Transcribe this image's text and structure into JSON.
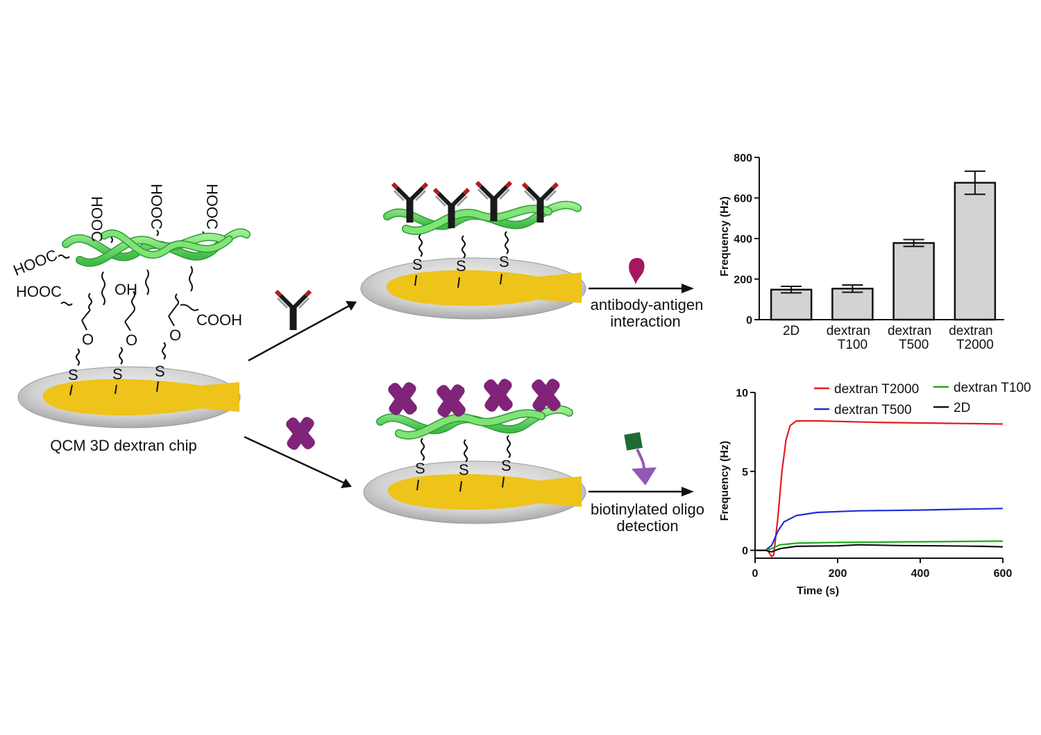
{
  "chip": {
    "groups": [
      "HOOC",
      "HOOC",
      "HOOC",
      "HOOC",
      "HOOC",
      "OH",
      "COOH"
    ],
    "atoms_o": [
      "O",
      "O",
      "O"
    ],
    "atoms_s": [
      "S",
      "S",
      "S"
    ],
    "caption": "QCM 3D dextran chip"
  },
  "top_branch": {
    "atoms_s": [
      "S",
      "S",
      "S"
    ],
    "step_label_1": "antibody-antigen",
    "step_label_2": "interaction"
  },
  "bottom_branch": {
    "atoms_s": [
      "S",
      "S",
      "S"
    ],
    "step_label_1": "biotinylated oligo",
    "step_label_2": "detection"
  },
  "colors": {
    "gold": "#eec31a",
    "dextran_green": "#5fd160",
    "antibody": "#1a1a1a",
    "antibody_tip": "#b01c1c",
    "antigen": "#a5175e",
    "streptavidin": "#7f2479",
    "biotin": "#1e6b34",
    "oligo": "#9159b4",
    "bar_fill": "#d3d3d3"
  },
  "chart_data": [
    {
      "type": "bar",
      "categories": [
        "2D",
        "dextran\nT100",
        "dextran\nT500",
        "dextran\nT2000"
      ],
      "category_lines": [
        [
          "2D"
        ],
        [
          "dextran",
          "T100"
        ],
        [
          "dextran",
          "T500"
        ],
        [
          "dextran",
          "T2000"
        ]
      ],
      "values": [
        148,
        153,
        378,
        675
      ],
      "errors": [
        16,
        18,
        17,
        57
      ],
      "ylabel": "Frequency (Hz)",
      "xlabel": "",
      "ylim": [
        0,
        800
      ],
      "yticks": [
        0,
        200,
        400,
        600,
        800
      ]
    },
    {
      "type": "line",
      "xlabel": "Time (s)",
      "ylabel": "Frequency (Hz)",
      "xlim": [
        0,
        600
      ],
      "ylim": [
        -0.5,
        10
      ],
      "xticks": [
        0,
        200,
        400,
        600
      ],
      "yticks": [
        0,
        5,
        10
      ],
      "series": [
        {
          "name": "dextran T2000",
          "color": "#e41a1c",
          "points": [
            [
              0,
              0
            ],
            [
              30,
              0
            ],
            [
              40,
              -0.4
            ],
            [
              45,
              -0.3
            ],
            [
              55,
              2
            ],
            [
              65,
              5
            ],
            [
              75,
              7
            ],
            [
              85,
              7.9
            ],
            [
              100,
              8.2
            ],
            [
              150,
              8.2
            ],
            [
              300,
              8.1
            ],
            [
              450,
              8.05
            ],
            [
              600,
              8.0
            ]
          ]
        },
        {
          "name": "dextran T500",
          "color": "#1f2ed6",
          "points": [
            [
              0,
              0
            ],
            [
              25,
              0
            ],
            [
              40,
              0.3
            ],
            [
              55,
              1.2
            ],
            [
              70,
              1.8
            ],
            [
              100,
              2.2
            ],
            [
              150,
              2.4
            ],
            [
              250,
              2.5
            ],
            [
              400,
              2.55
            ],
            [
              500,
              2.6
            ],
            [
              600,
              2.65
            ]
          ]
        },
        {
          "name": "dextran T100",
          "color": "#19b019",
          "points": [
            [
              0,
              0
            ],
            [
              25,
              0
            ],
            [
              40,
              0.1
            ],
            [
              60,
              0.35
            ],
            [
              100,
              0.45
            ],
            [
              200,
              0.5
            ],
            [
              300,
              0.52
            ],
            [
              450,
              0.55
            ],
            [
              600,
              0.58
            ]
          ]
        },
        {
          "name": "2D",
          "color": "#111111",
          "points": [
            [
              0,
              0
            ],
            [
              25,
              0
            ],
            [
              40,
              -0.1
            ],
            [
              60,
              0.1
            ],
            [
              100,
              0.25
            ],
            [
              200,
              0.28
            ],
            [
              250,
              0.35
            ],
            [
              350,
              0.3
            ],
            [
              450,
              0.28
            ],
            [
              550,
              0.25
            ],
            [
              600,
              0.22
            ]
          ]
        }
      ],
      "legend_order": [
        "dextran T2000",
        "dextran T100",
        "dextran T500",
        "2D"
      ]
    }
  ]
}
